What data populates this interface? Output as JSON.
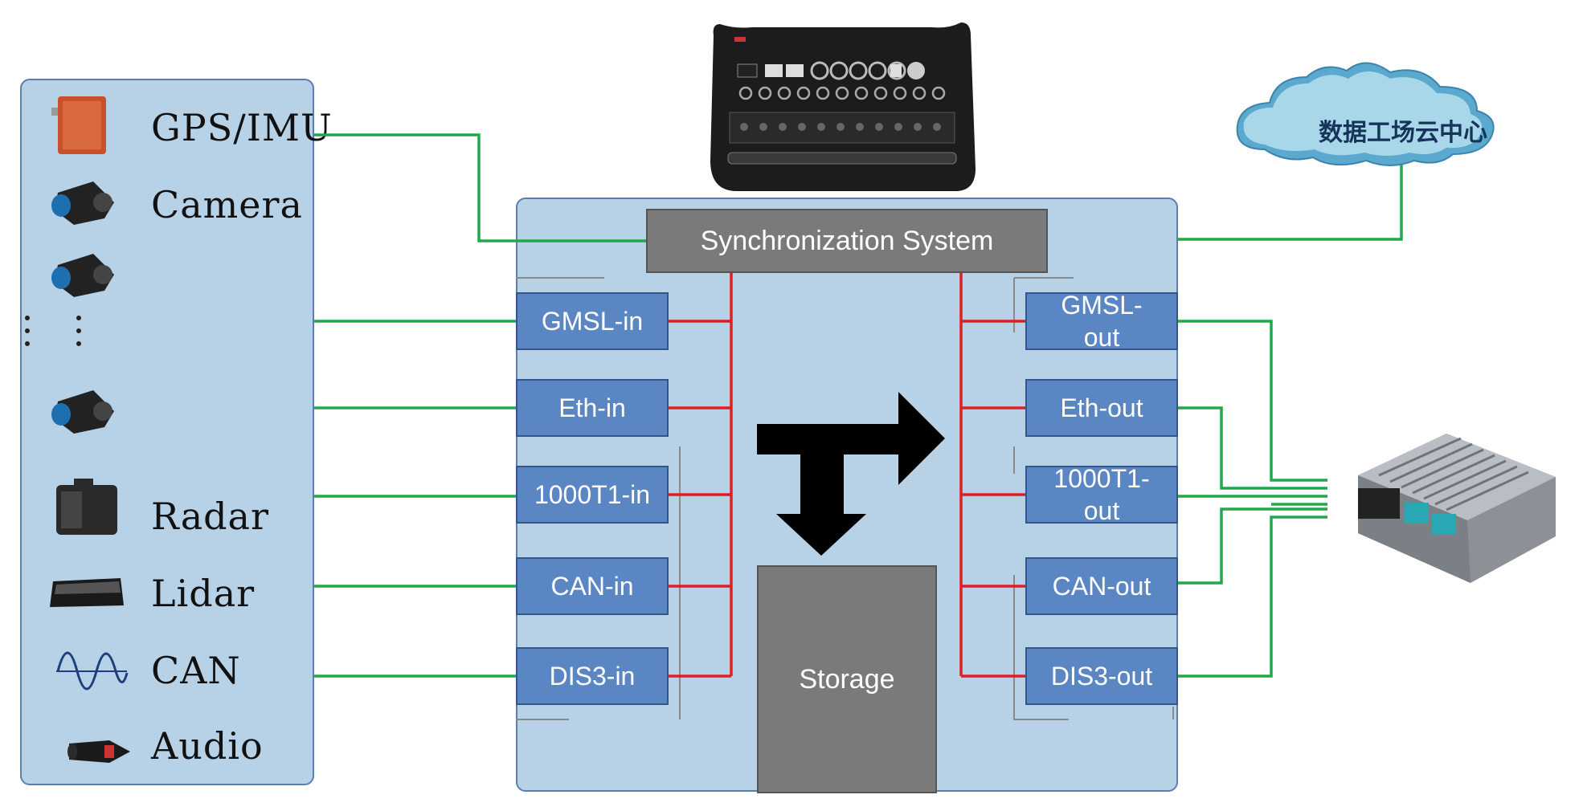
{
  "sensors": [
    {
      "label": "GPS/IMU",
      "icon": "gps-imu-unit-icon"
    },
    {
      "label": "Camera",
      "icon": "camera-icon"
    },
    {
      "label": "",
      "icon": "camera-icon"
    },
    {
      "label": "",
      "icon": "camera-icon"
    },
    {
      "label": "Radar",
      "icon": "radar-icon"
    },
    {
      "label": "Lidar",
      "icon": "lidar-icon"
    },
    {
      "label": "CAN",
      "icon": "waveform-icon"
    },
    {
      "label": "Audio",
      "icon": "microphone-icon"
    }
  ],
  "sync_label": "Synchronization System",
  "inputs": [
    "GMSL-in",
    "Eth-in",
    "1000T1-in",
    "CAN-in",
    "DIS3-in"
  ],
  "outputs": [
    "GMSL-out",
    "Eth-out",
    "1000T1-out",
    "CAN-out",
    "DIS3-out"
  ],
  "storage_label": "Storage",
  "cloud_label": "数据工场云中心",
  "colors": {
    "panel": "#b7d1e7",
    "io_box": "#5b86c4",
    "gray_box": "#7a7a7a",
    "green_link": "#22a84a",
    "red_bus": "#e02020"
  }
}
